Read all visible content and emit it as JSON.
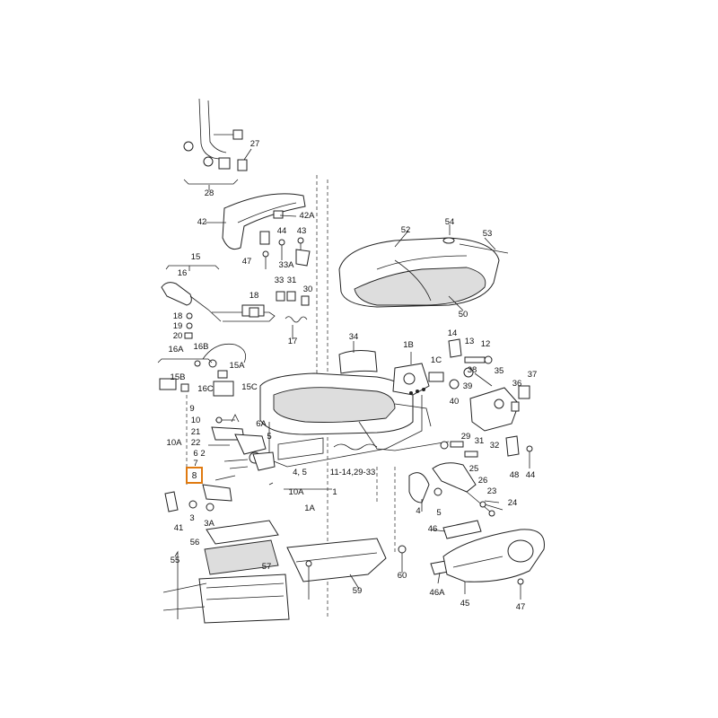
{
  "highlight": {
    "label": "8",
    "color": "#e07a10"
  },
  "labels": [
    {
      "id": "27",
      "text": "27"
    },
    {
      "id": "28",
      "text": "28"
    },
    {
      "id": "42",
      "text": "42"
    },
    {
      "id": "42A",
      "text": "42A"
    },
    {
      "id": "44t",
      "text": "44"
    },
    {
      "id": "43",
      "text": "43"
    },
    {
      "id": "47t",
      "text": "47"
    },
    {
      "id": "33A",
      "text": "33A"
    },
    {
      "id": "52",
      "text": "52"
    },
    {
      "id": "54",
      "text": "54"
    },
    {
      "id": "53",
      "text": "53"
    },
    {
      "id": "50",
      "text": "50"
    },
    {
      "id": "15",
      "text": "15"
    },
    {
      "id": "16",
      "text": "16"
    },
    {
      "id": "33",
      "text": "33"
    },
    {
      "id": "31t",
      "text": "31"
    },
    {
      "id": "30",
      "text": "30"
    },
    {
      "id": "18a",
      "text": "18"
    },
    {
      "id": "18b",
      "text": "18"
    },
    {
      "id": "19",
      "text": "19"
    },
    {
      "id": "20",
      "text": "20"
    },
    {
      "id": "17",
      "text": "17"
    },
    {
      "id": "34",
      "text": "34"
    },
    {
      "id": "14",
      "text": "14"
    },
    {
      "id": "13",
      "text": "13"
    },
    {
      "id": "12",
      "text": "12"
    },
    {
      "id": "16A",
      "text": "16A"
    },
    {
      "id": "16B",
      "text": "16B"
    },
    {
      "id": "15A",
      "text": "15A"
    },
    {
      "id": "1B",
      "text": "1B"
    },
    {
      "id": "1C",
      "text": "1C"
    },
    {
      "id": "38",
      "text": "38"
    },
    {
      "id": "35",
      "text": "35"
    },
    {
      "id": "37",
      "text": "37"
    },
    {
      "id": "36",
      "text": "36"
    },
    {
      "id": "15B",
      "text": "15B"
    },
    {
      "id": "16C",
      "text": "16C"
    },
    {
      "id": "15C",
      "text": "15C"
    },
    {
      "id": "39",
      "text": "39"
    },
    {
      "id": "40",
      "text": "40"
    },
    {
      "id": "9",
      "text": "9"
    },
    {
      "id": "10",
      "text": "10"
    },
    {
      "id": "21",
      "text": "21"
    },
    {
      "id": "10A",
      "text": "10A"
    },
    {
      "id": "22",
      "text": "22"
    },
    {
      "id": "6A",
      "text": "6A"
    },
    {
      "id": "5t",
      "text": "5"
    },
    {
      "id": "2",
      "text": "2"
    },
    {
      "id": "6",
      "text": "6"
    },
    {
      "id": "7",
      "text": "7"
    },
    {
      "id": "29",
      "text": "29"
    },
    {
      "id": "31b",
      "text": "31"
    },
    {
      "id": "32",
      "text": "32"
    },
    {
      "id": "48",
      "text": "48"
    },
    {
      "id": "44b",
      "text": "44"
    },
    {
      "id": "4_5",
      "text": "4, 5"
    },
    {
      "id": "11_14",
      "text": "11-14,29-33"
    },
    {
      "id": "10Ab",
      "text": "10A"
    },
    {
      "id": "1",
      "text": "1"
    },
    {
      "id": "25",
      "text": "25"
    },
    {
      "id": "26",
      "text": "26"
    },
    {
      "id": "23",
      "text": "23"
    },
    {
      "id": "1A",
      "text": "1A"
    },
    {
      "id": "3",
      "text": "3"
    },
    {
      "id": "41",
      "text": "41"
    },
    {
      "id": "3A",
      "text": "3A"
    },
    {
      "id": "4",
      "text": "4"
    },
    {
      "id": "5b",
      "text": "5"
    },
    {
      "id": "24",
      "text": "24"
    },
    {
      "id": "46",
      "text": "46"
    },
    {
      "id": "56",
      "text": "56"
    },
    {
      "id": "55",
      "text": "55"
    },
    {
      "id": "57",
      "text": "57"
    },
    {
      "id": "60",
      "text": "60"
    },
    {
      "id": "46A",
      "text": "46A"
    },
    {
      "id": "59",
      "text": "59"
    },
    {
      "id": "45",
      "text": "45"
    },
    {
      "id": "47b",
      "text": "47"
    }
  ]
}
